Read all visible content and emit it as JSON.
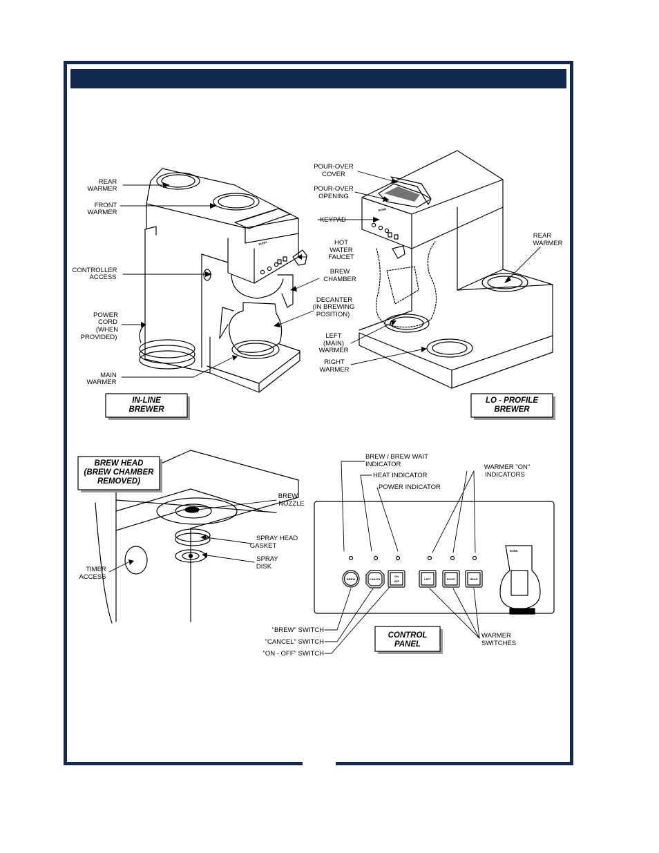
{
  "colors": {
    "frame": "#13284e",
    "ink": "#000000",
    "paper": "#ffffff",
    "shadow": "#9a9a9a"
  },
  "boxes": {
    "inline": [
      "IN-LINE",
      "BREWER"
    ],
    "loprofile": [
      "LO - PROFILE",
      "BREWER"
    ],
    "brewhead": [
      "BREW HEAD",
      "(BREW CHAMBER",
      "REMOVED)"
    ],
    "control": [
      "CONTROL",
      "PANEL"
    ]
  },
  "labels": {
    "rear_warmer": [
      "REAR",
      "WARMER"
    ],
    "front_warmer": [
      "FRONT",
      "WARMER"
    ],
    "controller_access": [
      "CONTROLLER",
      "ACCESS"
    ],
    "power_cord": [
      "POWER",
      "CORD",
      "(WHEN",
      "PROVIDED)"
    ],
    "main_warmer": [
      "MAIN",
      "WARMER"
    ],
    "pourover_cover": [
      "POUR-OVER",
      "COVER"
    ],
    "pourover_opening": [
      "POUR-OVER",
      "OPENING"
    ],
    "keypad": [
      "KEYPAD"
    ],
    "hot_water_faucet": [
      "HOT",
      "WATER",
      "FAUCET"
    ],
    "brew_chamber": [
      "BREW",
      "CHAMBER"
    ],
    "decanter": [
      "DECANTER",
      "(IN BREWING",
      "POSITION)"
    ],
    "left_warmer": [
      "LEFT",
      "(MAIN)",
      "WARMER"
    ],
    "right_warmer": [
      "RIGHT",
      "WARMER"
    ],
    "rear_warmer_lp": [
      "REAR",
      "WARMER"
    ],
    "brew_nozzle": [
      "BREW",
      "NOZZLE"
    ],
    "spray_head_gasket": [
      "SPRAY HEAD",
      "GASKET"
    ],
    "spray_disk": [
      "SPRAY",
      "DISK"
    ],
    "timer_access": [
      "TIMER",
      "ACCESS"
    ],
    "brew_wait_indicator": [
      "BREW / BREW WAIT",
      "INDICATOR"
    ],
    "heat_indicator": [
      "HEAT INDICATOR"
    ],
    "power_indicator": [
      "POWER INDICATOR"
    ],
    "warmer_on_indicators": [
      "WARMER \"ON\"",
      "INDICATORS"
    ],
    "brew_switch": [
      "\"BREW\" SWITCH"
    ],
    "cancel_switch": [
      "\"CANCEL\" SWITCH"
    ],
    "onoff_switch": [
      "\"ON - OFF\" SWITCH"
    ],
    "warmer_switches": [
      "WARMER",
      "SWITCHES"
    ]
  },
  "panel": {
    "buttons": [
      [
        "BREW"
      ],
      [
        "CANCEL"
      ],
      [
        "ON",
        "OFF"
      ],
      [
        "LEFT"
      ],
      [
        "RIGHT"
      ],
      [
        "REAR"
      ]
    ],
    "brand": "BUNN",
    "logo": "BUNN"
  }
}
